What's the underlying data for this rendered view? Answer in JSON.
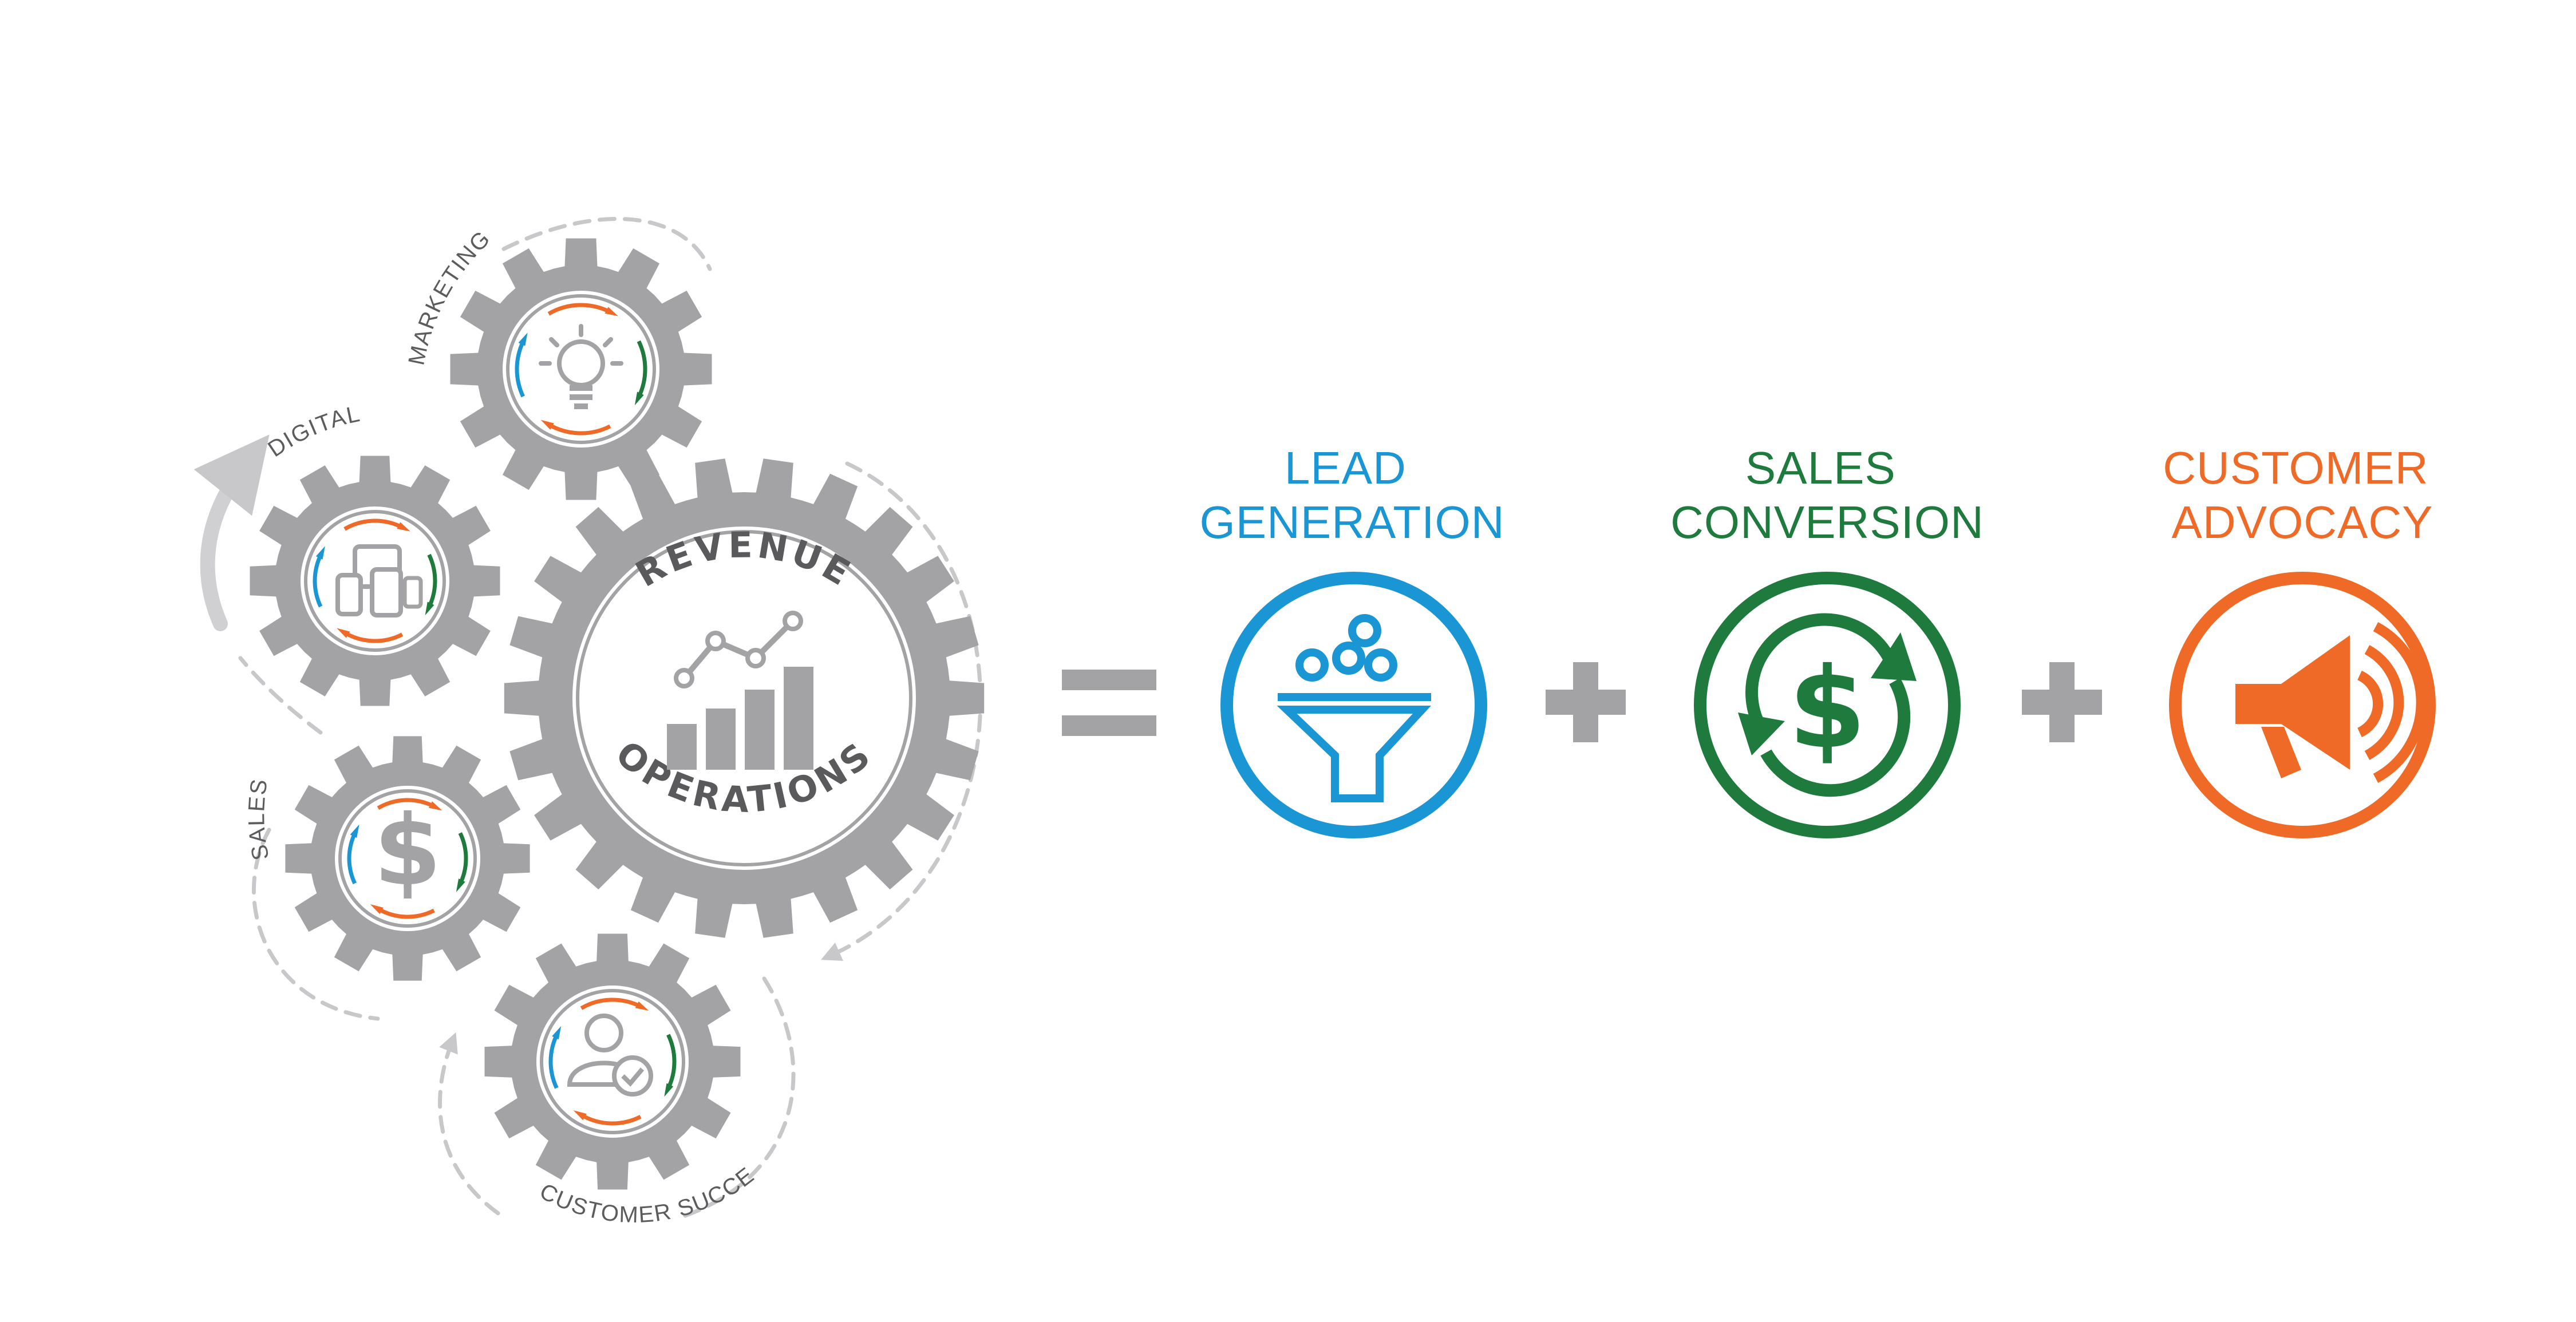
{
  "left": {
    "center_gear": {
      "line1": "REVENUE",
      "line2": "OPERATIONS",
      "icon": "line-chart-bar-chart-icon"
    },
    "gears": [
      {
        "label": "MARKETING",
        "icon": "lightbulb-icon"
      },
      {
        "label": "DIGITAL",
        "icon": "devices-icon"
      },
      {
        "label": "SALES",
        "icon": "dollar-icon"
      },
      {
        "label": "CUSTOMER SUCCESS",
        "icon": "customer-check-icon"
      }
    ]
  },
  "pillars": [
    {
      "line1": "LEAD",
      "line2": "GENERATION",
      "color": "#1a96d4",
      "icon": "funnel-icon"
    },
    {
      "line1": "SALES",
      "line2": "CONVERSION",
      "color": "#1f7a3e",
      "icon": "dollar-cycle-icon"
    },
    {
      "line1": "CUSTOMER",
      "line2": "ADVOCACY",
      "color": "#ef6a27",
      "icon": "megaphone-icon"
    }
  ],
  "colors": {
    "gear_gray": "#a3a3a5",
    "arrow_orange": "#ef6a27",
    "arrow_green": "#1f7a3e",
    "arrow_blue": "#1a96d4"
  }
}
